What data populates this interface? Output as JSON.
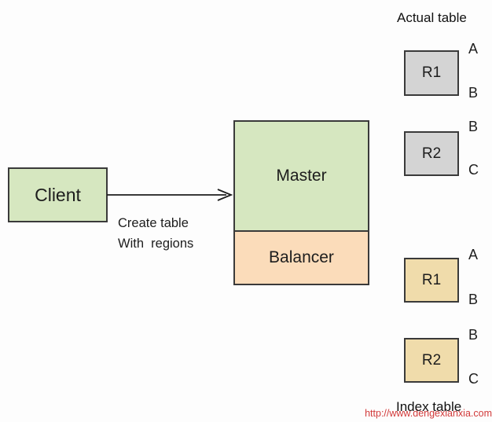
{
  "titles": {
    "actual_table": "Actual table",
    "index_table": "Index table"
  },
  "client": {
    "label": "Client"
  },
  "master": {
    "label": "Master"
  },
  "balancer": {
    "label": "Balancer"
  },
  "arrow_caption": {
    "line1": "Create table",
    "line2": "With  regions"
  },
  "actual_regions": [
    {
      "label": "R1",
      "start_key": "A",
      "end_key": "B"
    },
    {
      "label": "R2",
      "start_key": "B",
      "end_key": "C"
    }
  ],
  "index_regions": [
    {
      "label": "R1",
      "start_key": "A",
      "end_key": "B"
    },
    {
      "label": "R2",
      "start_key": "B",
      "end_key": "C"
    }
  ],
  "watermark": "http://www.dengexianxia.com",
  "colors": {
    "background": "#fdfdfd",
    "box_green": "#d6e7c0",
    "box_peach": "#fbdcba",
    "box_gray": "#d4d4d4",
    "box_tan": "#f0dcab",
    "border": "#3a3a3a",
    "text": "#1d1d1d",
    "watermark_red": "#d23a3a"
  }
}
